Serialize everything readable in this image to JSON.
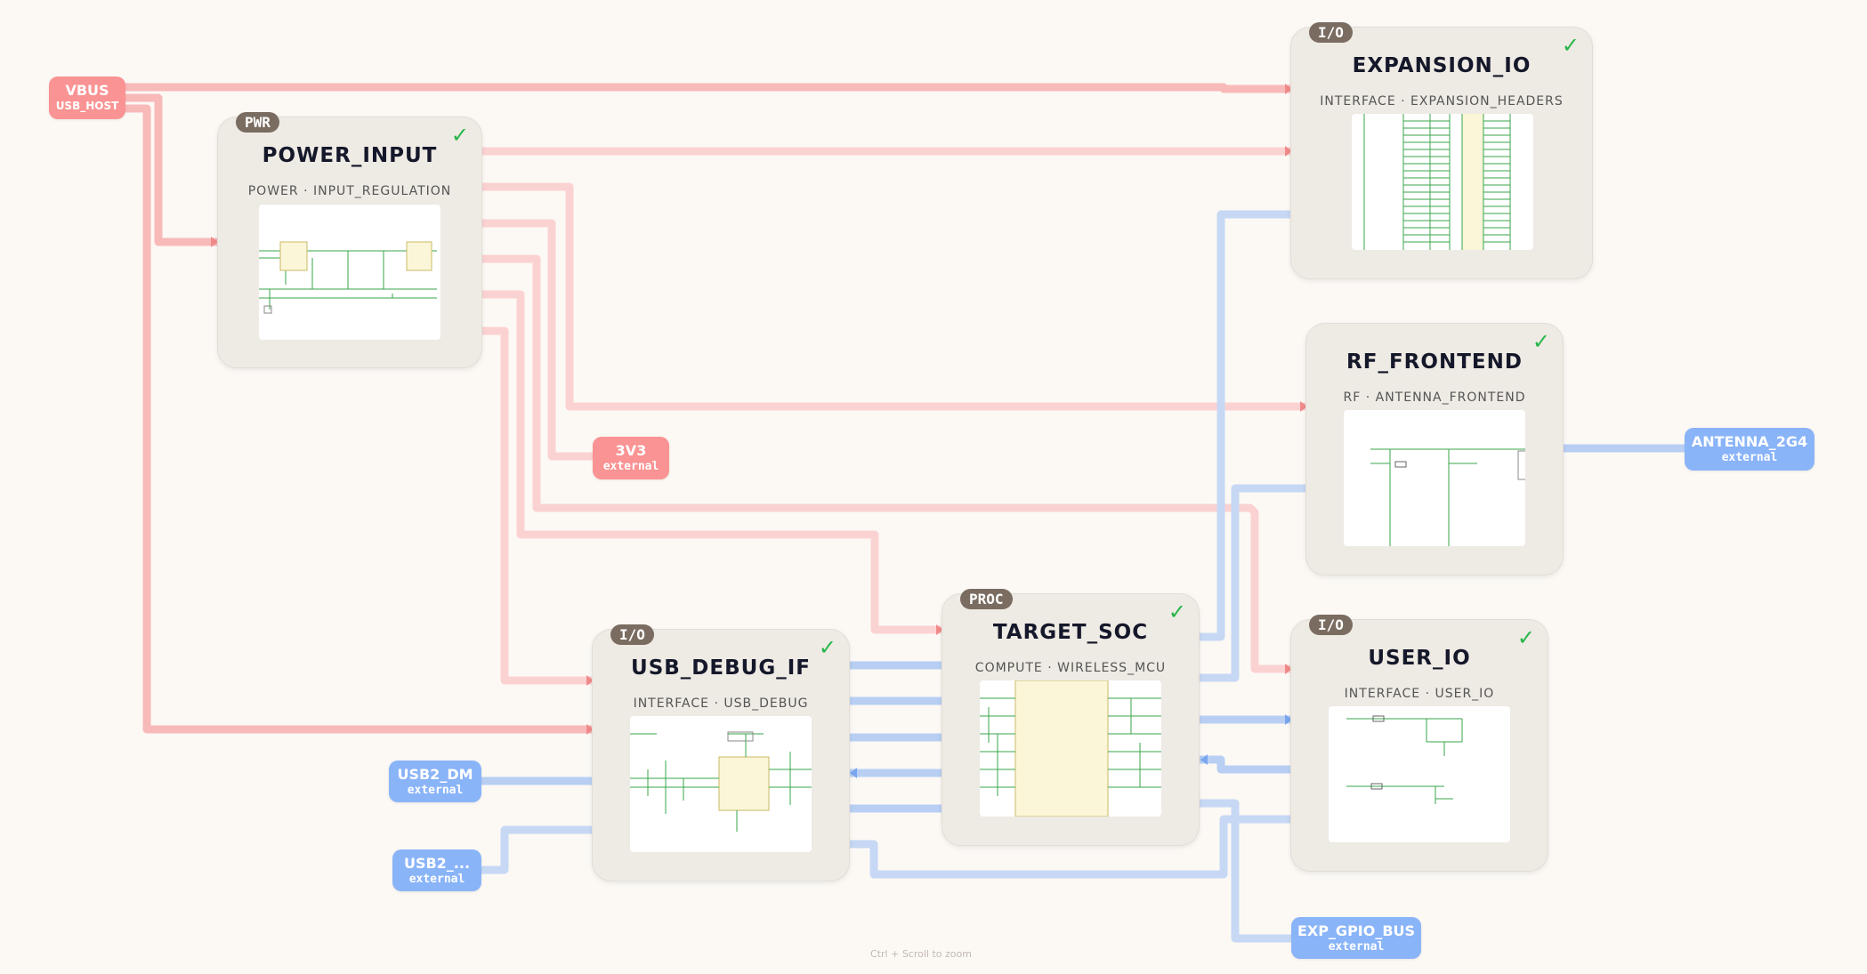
{
  "blocks": {
    "power_input": {
      "badge": "PWR",
      "title": "POWER_INPUT",
      "subtitle": "POWER · INPUT_REGULATION",
      "status": "✓"
    },
    "expansion_io": {
      "badge": "I/O",
      "title": "EXPANSION_IO",
      "subtitle": "INTERFACE · EXPANSION_HEADERS",
      "status": "✓"
    },
    "rf_frontend": {
      "badge": "",
      "title": "RF_FRONTEND",
      "subtitle": "RF · ANTENNA_FRONTEND",
      "status": "✓"
    },
    "target_soc": {
      "badge": "PROC",
      "title": "TARGET_SOC",
      "subtitle": "COMPUTE · WIRELESS_MCU",
      "status": "✓"
    },
    "usb_debug_if": {
      "badge": "I/O",
      "title": "USB_DEBUG_IF",
      "subtitle": "INTERFACE · USB_DEBUG",
      "status": "✓"
    },
    "user_io": {
      "badge": "I/O",
      "title": "USER_IO",
      "subtitle": "INTERFACE · USER_IO",
      "status": "✓"
    }
  },
  "ports": {
    "vbus": {
      "name": "VBUS",
      "detail": "USB_HOST",
      "kind": "power"
    },
    "v3v3": {
      "name": "3V3",
      "detail": "external",
      "kind": "power"
    },
    "antenna": {
      "name": "ANTENNA_2G4",
      "detail": "external",
      "kind": "signal"
    },
    "usb2_dm": {
      "name": "USB2_DM",
      "detail": "external",
      "kind": "signal"
    },
    "usb2_dp": {
      "name": "USB2_...",
      "detail": "external",
      "kind": "signal"
    },
    "exp_gpio": {
      "name": "EXP_GPIO_BUS",
      "detail": "external",
      "kind": "signal"
    }
  },
  "hint": "Ctrl + Scroll to zoom",
  "colors": {
    "power_wire": "#f7b5b5",
    "signal_wire": "#b8cff3",
    "status_ok": "#28b64a",
    "badge": "#7a6c60"
  }
}
